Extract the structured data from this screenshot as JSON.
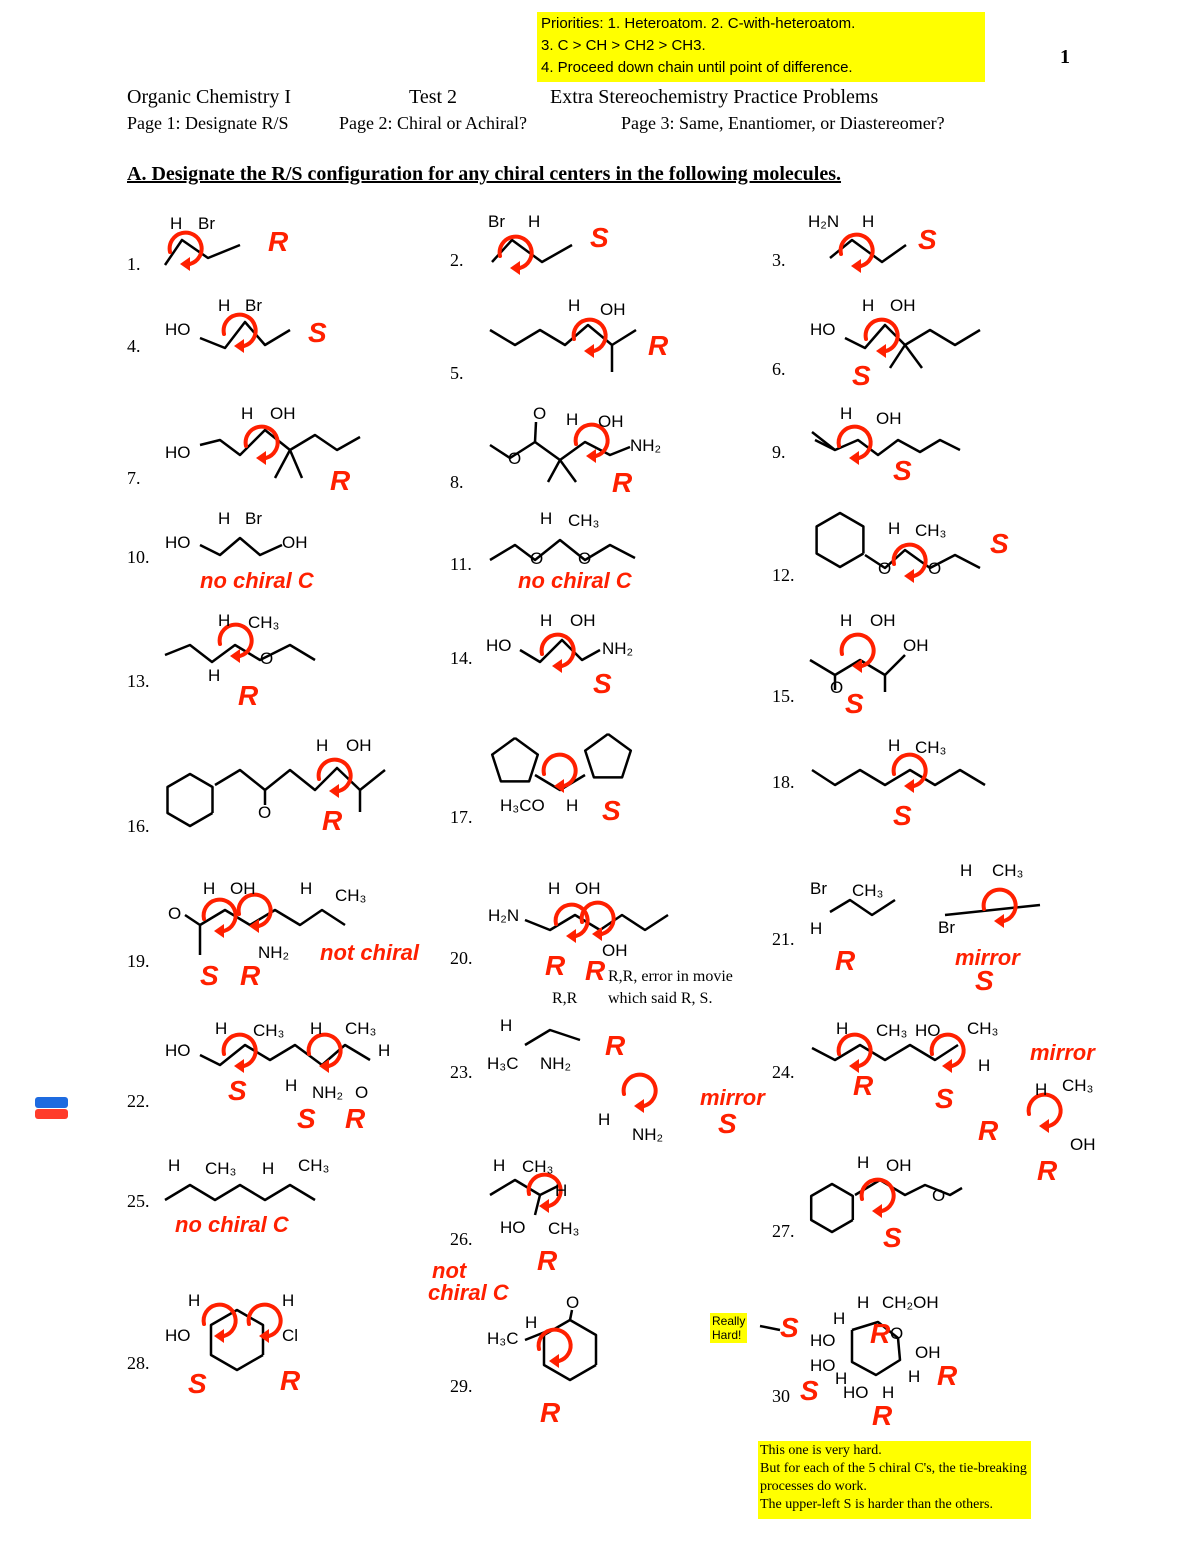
{
  "page_number": "1",
  "priorities": {
    "line1": "Priorities:  1.  Heteroatom.         2.  C-with-heteroatom.",
    "line2": "3.  C > CH > CH2 > CH3.",
    "line3": "4.  Proceed down chain until point of difference."
  },
  "header": {
    "course": "Organic Chemistry I",
    "test": "Test 2",
    "title": "Extra Stereochemistry Practice Problems",
    "page1": "Page 1:  Designate R/S",
    "page2": "Page 2:  Chiral or Achiral?",
    "page3": "Page 3:  Same, Enantiomer, or Diastereomer?"
  },
  "section_heading": "A.  Designate the R/S configuration for any chiral centers in the following molecules.",
  "annotation_color": "#ff2000",
  "highlight_color": "#ffff00",
  "problems": [
    {
      "num": "1.",
      "labels": [
        "H",
        "Br"
      ],
      "answers": [
        "R"
      ]
    },
    {
      "num": "2.",
      "labels": [
        "Br",
        "H"
      ],
      "answers": [
        "S"
      ]
    },
    {
      "num": "3.",
      "labels": [
        "H₂N",
        "H"
      ],
      "answers": [
        "S"
      ]
    },
    {
      "num": "4.",
      "labels": [
        "HO",
        "H",
        "Br"
      ],
      "answers": [
        "S"
      ]
    },
    {
      "num": "5.",
      "labels": [
        "H",
        "OH"
      ],
      "answers": [
        "R"
      ]
    },
    {
      "num": "6.",
      "labels": [
        "HO",
        "H",
        "OH"
      ],
      "answers": [
        "S"
      ]
    },
    {
      "num": "7.",
      "labels": [
        "HO",
        "H",
        "OH"
      ],
      "answers": [
        "R"
      ]
    },
    {
      "num": "8.",
      "labels": [
        "O",
        "O",
        "H",
        "OH",
        "NH₂"
      ],
      "answers": [
        "R"
      ]
    },
    {
      "num": "9.",
      "labels": [
        "H",
        "OH"
      ],
      "answers": [
        "S"
      ]
    },
    {
      "num": "10.",
      "labels": [
        "HO",
        "H",
        "Br",
        "OH"
      ],
      "answers": [
        "no chiral C"
      ]
    },
    {
      "num": "11.",
      "labels": [
        "H",
        "CH₃",
        "O",
        "O"
      ],
      "answers": [
        "no chiral C"
      ]
    },
    {
      "num": "12.",
      "labels": [
        "O",
        "H",
        "CH₃",
        "O"
      ],
      "answers": [
        "S"
      ]
    },
    {
      "num": "13.",
      "labels": [
        "H",
        "CH₃",
        "H",
        "O"
      ],
      "answers": [
        "R"
      ]
    },
    {
      "num": "14.",
      "labels": [
        "HO",
        "H",
        "OH",
        "NH₂"
      ],
      "answers": [
        "S"
      ]
    },
    {
      "num": "15.",
      "labels": [
        "H",
        "OH",
        "OH",
        "O"
      ],
      "answers": [
        "S"
      ]
    },
    {
      "num": "16.",
      "labels": [
        "O",
        "H",
        "OH"
      ],
      "answers": [
        "R"
      ]
    },
    {
      "num": "17.",
      "labels": [
        "H₃CO",
        "H"
      ],
      "answers": [
        "S"
      ]
    },
    {
      "num": "18.",
      "labels": [
        "H",
        "CH₃"
      ],
      "answers": [
        "S"
      ]
    },
    {
      "num": "19.",
      "labels": [
        "O",
        "H",
        "OH",
        "H",
        "CH₃",
        "NH₂"
      ],
      "answers": [
        "S",
        "R",
        "not chiral"
      ]
    },
    {
      "num": "20.",
      "labels": [
        "H₂N",
        "H",
        "OH",
        "OH"
      ],
      "answers": [
        "R",
        "R"
      ],
      "notes": [
        "R,R, error in movie",
        "which said R, S.",
        "R,R"
      ]
    },
    {
      "num": "21.",
      "labels": [
        "Br",
        "CH₃",
        "H",
        "H",
        "CH₃",
        "Br"
      ],
      "answers": [
        "R",
        "mirror",
        "S"
      ]
    },
    {
      "num": "22.",
      "labels": [
        "HO",
        "H",
        "CH₃",
        "H",
        "CH₃",
        "H",
        "NH₂",
        "O",
        "H"
      ],
      "answers": [
        "S",
        "S",
        "R"
      ]
    },
    {
      "num": "23.",
      "labels": [
        "H",
        "H₃C",
        "NH₂",
        "H",
        "NH₂"
      ],
      "answers": [
        "R",
        "mirror",
        "S"
      ]
    },
    {
      "num": "24.",
      "labels": [
        "H",
        "CH₃",
        "HO",
        "CH₃",
        "H",
        "H",
        "CH₃",
        "OH"
      ],
      "answers": [
        "R",
        "S",
        "mirror",
        "R",
        "R"
      ]
    },
    {
      "num": "25.",
      "labels": [
        "H",
        "CH₃",
        "H",
        "CH₃"
      ],
      "answers": [
        "no chiral C"
      ]
    },
    {
      "num": "26.",
      "labels": [
        "H",
        "CH₃",
        "H",
        "HO",
        "CH₃"
      ],
      "answers": [
        "R",
        "not",
        "chiral C"
      ]
    },
    {
      "num": "27.",
      "labels": [
        "H",
        "OH",
        "O"
      ],
      "answers": [
        "S"
      ]
    },
    {
      "num": "28.",
      "labels": [
        "H",
        "H",
        "HO",
        "Cl"
      ],
      "answers": [
        "S",
        "R"
      ]
    },
    {
      "num": "29.",
      "labels": [
        "H₃C",
        "H",
        "O"
      ],
      "answers": [
        "R"
      ]
    },
    {
      "num": "30",
      "labels": [
        "H",
        "CH₂OH",
        "H",
        "O",
        "HO",
        "OH",
        "HO",
        "H",
        "H",
        "HO",
        "H"
      ],
      "answers": [
        "R",
        "R",
        "R",
        "S",
        "S"
      ]
    }
  ],
  "really_hard": [
    "Really",
    "Hard!"
  ],
  "bottom_note": [
    "This one is very hard.",
    "But for each of the 5 chiral C's, the tie-breaking processes do work.",
    "The upper-left S is harder than the others."
  ]
}
